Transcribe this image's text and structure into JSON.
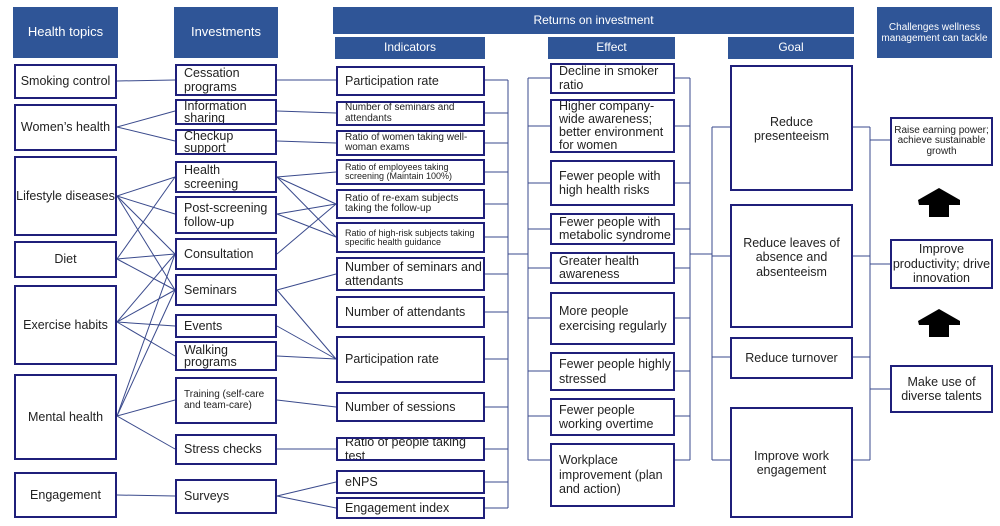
{
  "headers": {
    "topics": "Health topics",
    "investments": "Investments",
    "returns": "Returns on investment",
    "indicators": "Indicators",
    "effect": "Effect",
    "goal": "Goal",
    "challenges": "Challenges wellness management can tackle"
  },
  "topics": [
    "Smoking control",
    "Women’s health",
    "Lifestyle diseases",
    "Diet",
    "Exercise habits",
    "Mental health",
    "Engagement"
  ],
  "investments": [
    "Cessation programs",
    "Information sharing",
    "Checkup support",
    "Health screening",
    "Post-screening follow-up",
    "Consultation",
    "Seminars",
    "Events",
    "Walking programs",
    "Training (self-care and team-care)",
    "Stress checks",
    "Surveys"
  ],
  "indicators": [
    "Participation rate",
    "Number of seminars and attendants",
    "Ratio of women taking well-woman exams",
    "Ratio of employees taking screening (Maintain 100%)",
    "Ratio of re-exam subjects taking the follow-up",
    "Ratio of high-risk subjects taking specific health guidance",
    "Number of seminars and attendants",
    "Number of attendants",
    "Participation rate",
    "Number of sessions",
    "Ratio of people taking test",
    "eNPS",
    "Engagement index"
  ],
  "effects": [
    "Decline in smoker ratio",
    "Higher company-wide awareness; better environment for women",
    "Fewer people with high health risks",
    "Fewer people with metabolic syndrome",
    "Greater health awareness",
    "More people exercising regularly",
    "Fewer people highly stressed",
    "Fewer people working overtime",
    "Workplace improvement (plan and action)"
  ],
  "goals": [
    "Reduce presenteeism",
    "Reduce leaves of absence and absenteeism",
    "Reduce turnover",
    "Improve work engagement"
  ],
  "challenges": [
    "Raise earning power; achieve sustainable growth",
    "Improve productivity; drive innovation",
    "Make use of diverse talents"
  ],
  "colors": {
    "header": "#2F5597",
    "border": "#1F1F7A",
    "line": "#3A4A8C"
  }
}
